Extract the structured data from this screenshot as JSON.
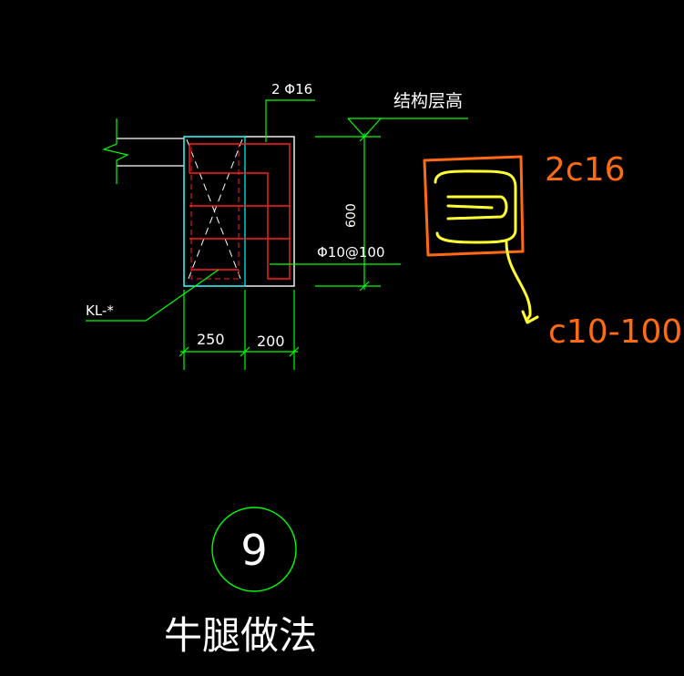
{
  "drawing": {
    "top_rebar_label": "2 Φ16",
    "level_label": "结构层高",
    "height_dim": "600",
    "stirrup_label": "Φ10@100",
    "beam_label": "KL-*",
    "width_dim_1": "250",
    "width_dim_2": "200",
    "detail_number": "9",
    "detail_title": "牛腿做法"
  },
  "annotation": {
    "rebar_note": "2c16",
    "stirrup_note": "c10-100"
  },
  "colors": {
    "background": "#000000",
    "outline": "#ffffff",
    "cad_line": "#00ff00",
    "rebar": "#ff2020",
    "section": "#00ffff",
    "annotation_box": "#ff6a13",
    "annotation_sketch": "#ffff33",
    "text": "#ffffff"
  }
}
